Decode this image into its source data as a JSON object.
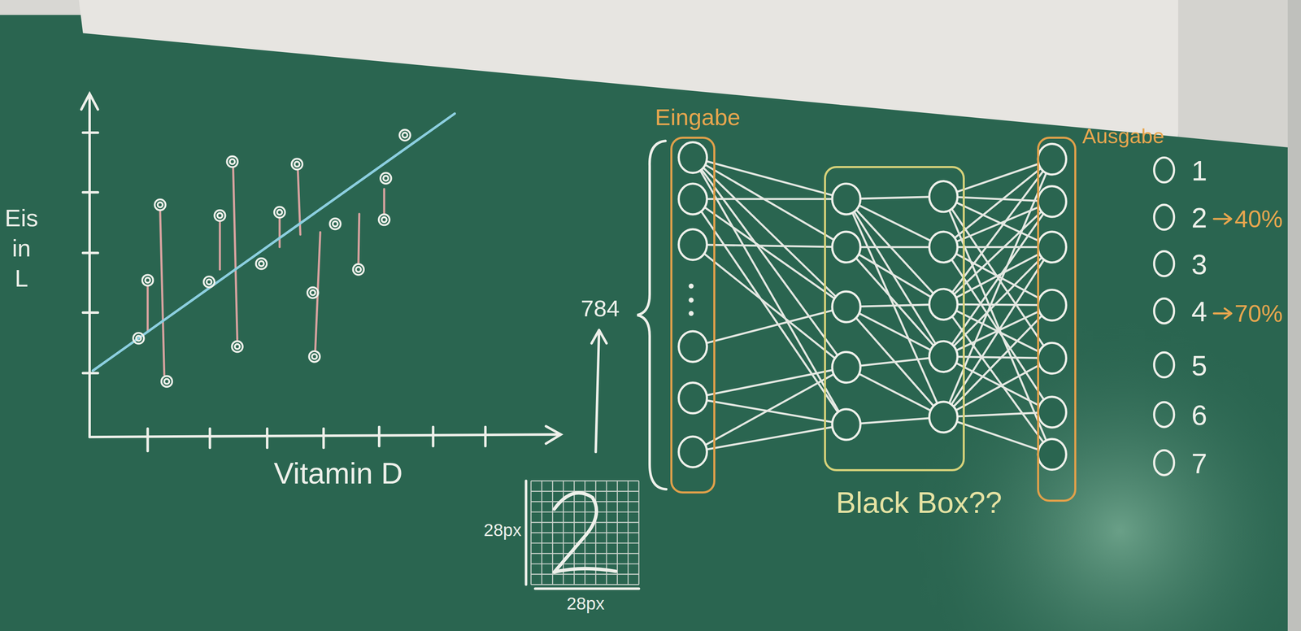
{
  "diagram": {
    "nodes": [
      {
        "text": [
          "Eingabe"
        ]
      },
      {
        "text": [
          "Black Box??"
        ]
      },
      {
        "text": [
          "Ausgabe"
        ]
      }
    ],
    "labels": [
      "Eis in L",
      "Vitamin D",
      "784",
      "28px",
      "28px",
      "1",
      "2",
      "40%",
      "3",
      "4",
      "70%",
      "5",
      "6",
      "7"
    ]
  }
}
